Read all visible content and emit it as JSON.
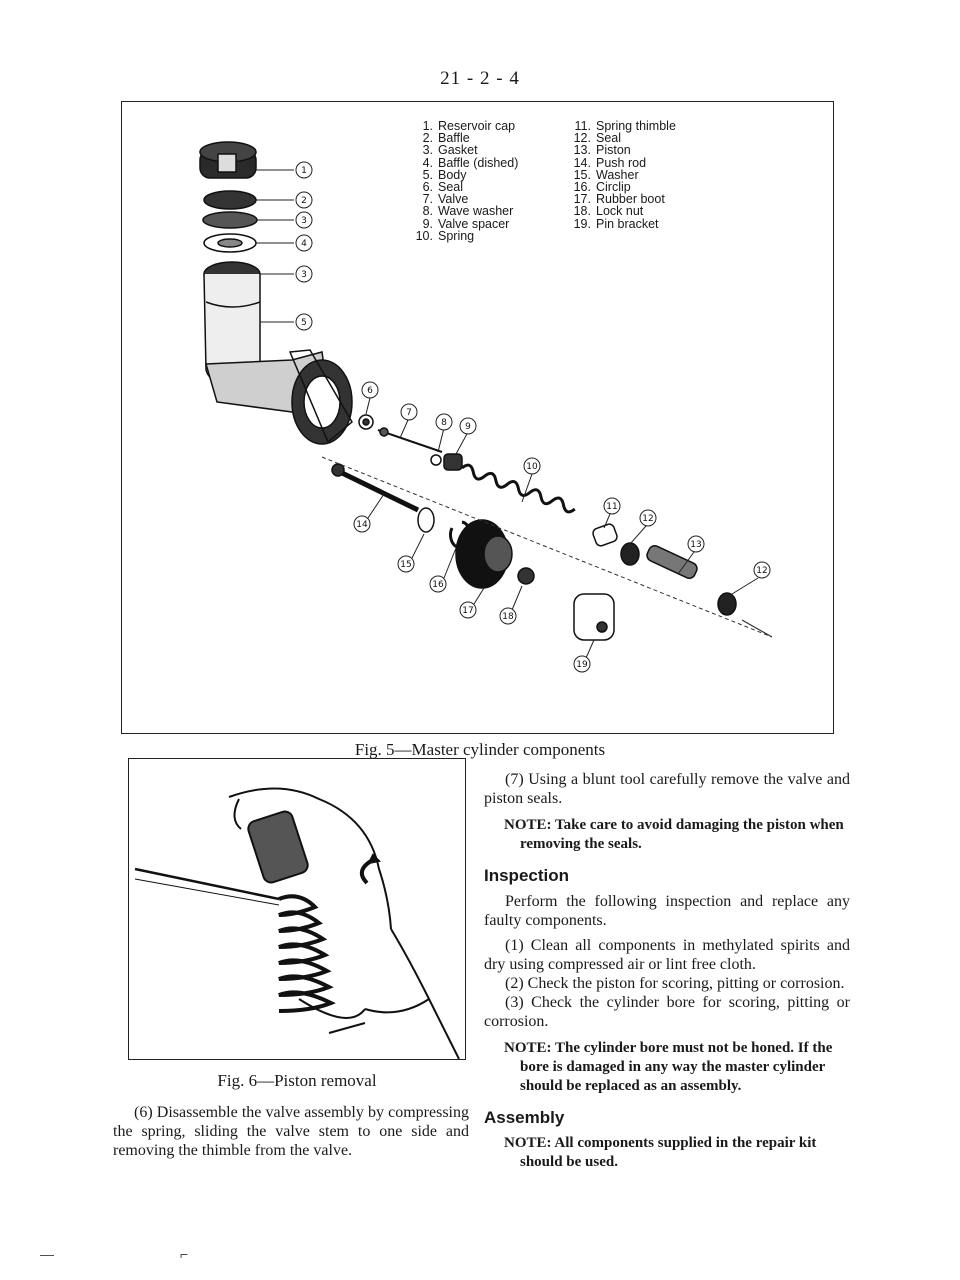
{
  "header": {
    "page_number": "21 - 2 - 4"
  },
  "figure5": {
    "caption": "Fig. 5—Master cylinder components",
    "legend_left": [
      {
        "num": "1.",
        "label": "Reservoir cap"
      },
      {
        "num": "2.",
        "label": "Baffle"
      },
      {
        "num": "3.",
        "label": "Gasket"
      },
      {
        "num": "4.",
        "label": "Baffle (dished)"
      },
      {
        "num": "5.",
        "label": "Body"
      },
      {
        "num": "6.",
        "label": "Seal"
      },
      {
        "num": "7.",
        "label": "Valve"
      },
      {
        "num": "8.",
        "label": "Wave washer"
      },
      {
        "num": "9.",
        "label": "Valve spacer"
      },
      {
        "num": "10.",
        "label": "Spring"
      }
    ],
    "legend_right": [
      {
        "num": "11.",
        "label": "Spring thimble"
      },
      {
        "num": "12.",
        "label": "Seal"
      },
      {
        "num": "13.",
        "label": "Piston"
      },
      {
        "num": "14.",
        "label": "Push rod"
      },
      {
        "num": "15.",
        "label": "Washer"
      },
      {
        "num": "16.",
        "label": "Circlip"
      },
      {
        "num": "17.",
        "label": "Rubber boot"
      },
      {
        "num": "18.",
        "label": "Lock nut"
      },
      {
        "num": "19.",
        "label": "Pin bracket"
      }
    ],
    "callouts": [
      "1",
      "2",
      "3",
      "4",
      "3",
      "5",
      "6",
      "7",
      "8",
      "9",
      "10",
      "11",
      "12",
      "13",
      "12",
      "14",
      "15",
      "16",
      "17",
      "18",
      "19"
    ]
  },
  "figure6": {
    "caption": "Fig. 6—Piston removal"
  },
  "body": {
    "step6": "(6) Disassemble the valve assembly by compressing the spring, sliding the valve stem to one side and removing the thimble from the valve.",
    "step7": "(7) Using a blunt tool carefully remove the valve and piston seals.",
    "note1": "NOTE: Take care to avoid damaging the piston when removing the seals.",
    "inspection_heading": "Inspection",
    "inspection_intro": "Perform the following inspection and replace any faulty components.",
    "insp1": "(1) Clean all components in methylated spirits and dry using compressed air or lint free cloth.",
    "insp2": "(2) Check the piston for scoring, pitting or corrosion.",
    "insp3": "(3) Check the cylinder bore for scoring, pitting or corrosion.",
    "note2": "NOTE: The cylinder bore must not be honed. If the bore is damaged in any way the master cylinder should be replaced as an assembly.",
    "assembly_heading": "Assembly",
    "note3": "NOTE: All components supplied in the repair kit should be used."
  },
  "footer": {
    "left_mark": "—",
    "center_mark": "⌐"
  }
}
